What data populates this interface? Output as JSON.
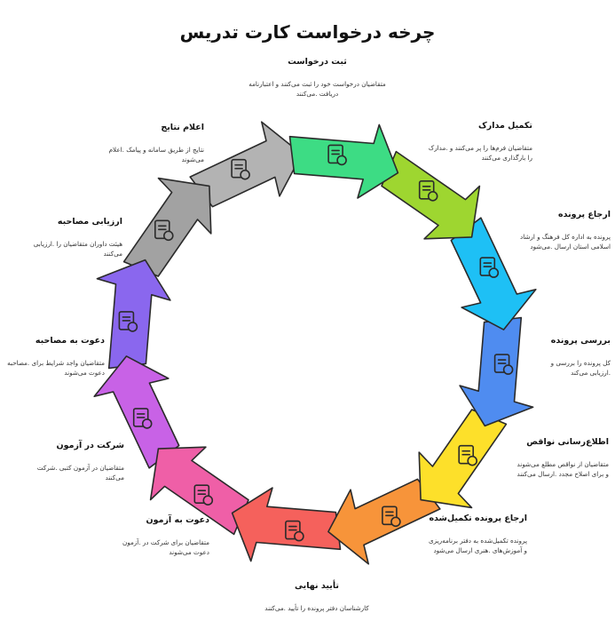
{
  "title": "چرخه درخواست کارت تدریس",
  "steps": [
    {
      "id": "register",
      "title": "ثبت درخواست",
      "desc": "متقاضیان درخواست خود را ثبت می‌کنند و اعتبارنامه دریافت .می‌کنند",
      "color": "#3ddc84",
      "icon": "person-arrow-icon"
    },
    {
      "id": "docs",
      "title": "تکمیل مدارک",
      "desc": "متقاضیان فرم‌ها را پر می‌کنند و .مدارک را بارگذاری می‌کنند",
      "color": "#9ed630",
      "icon": "clipboard-download-icon"
    },
    {
      "id": "refer",
      "title": "ارجاع پرونده",
      "desc": "پرونده به اداره کل فرهنگ و ارشاد اسلامی استان ارسال .می‌شود",
      "color": "#1ec0f5",
      "icon": "map-pin-document-icon"
    },
    {
      "id": "review",
      "title": "بررسی پرونده",
      "desc": "کل پرونده را بررسی و .ارزیابی می‌کند",
      "color": "#4f8cf0",
      "icon": "gdpr-document-icon"
    },
    {
      "id": "notify",
      "title": "اطلاع‌رسانی نواقص",
      "desc": "متقاضیان از نواقص مطلع می‌شوند و برای اصلاح مجدد .ارسال می‌کنند",
      "color": "#fde02a",
      "icon": "sync-alert-icon"
    },
    {
      "id": "resubmit",
      "title": "ارجاع پرونده تکمیل‌شده",
      "desc": "پرونده تکمیل‌شده به دفتر برنامه‌ریزی و آموزش‌های .هنری ارسال می‌شود",
      "color": "#f7943a",
      "icon": "clipboard-refresh-icon"
    },
    {
      "id": "approve",
      "title": "تأیید نهایی",
      "desc": "کارشناسان دفتر پرونده را تأیید .می‌کنند",
      "color": "#f5615c",
      "icon": "building-check-icon"
    },
    {
      "id": "exam-invite",
      "title": "دعوت به آزمون",
      "desc": "متقاضیان برای شرکت در .آزمون دعوت می‌شوند",
      "color": "#ef5fa7",
      "icon": "exam-paper-person-icon"
    },
    {
      "id": "exam",
      "title": "شرکت در آزمون",
      "desc": "متقاضیان در آزمون کتبی .شرکت می‌کنند",
      "color": "#c862e6",
      "icon": "desk-teacher-icon"
    },
    {
      "id": "interview-invite",
      "title": "دعوت به مصاحبه",
      "desc": "متقاضیان واجد شرایط برای .مصاحبه دعوت می‌شوند",
      "color": "#8a67ee",
      "icon": "person-board-alert-icon"
    },
    {
      "id": "evaluate",
      "title": "ارزیابی مصاحبه",
      "desc": "هیئت داوران متقاضیان را .ارزیابی می‌کنند",
      "color": "#a2a2a2",
      "icon": "presentation-check-icon"
    },
    {
      "id": "results",
      "title": "اعلام نتایج",
      "desc": "نتایج از طریق سامانه و پیامک .اعلام می‌شوند",
      "color": "#b3b3b3",
      "icon": "megaphone-people-icon"
    }
  ]
}
